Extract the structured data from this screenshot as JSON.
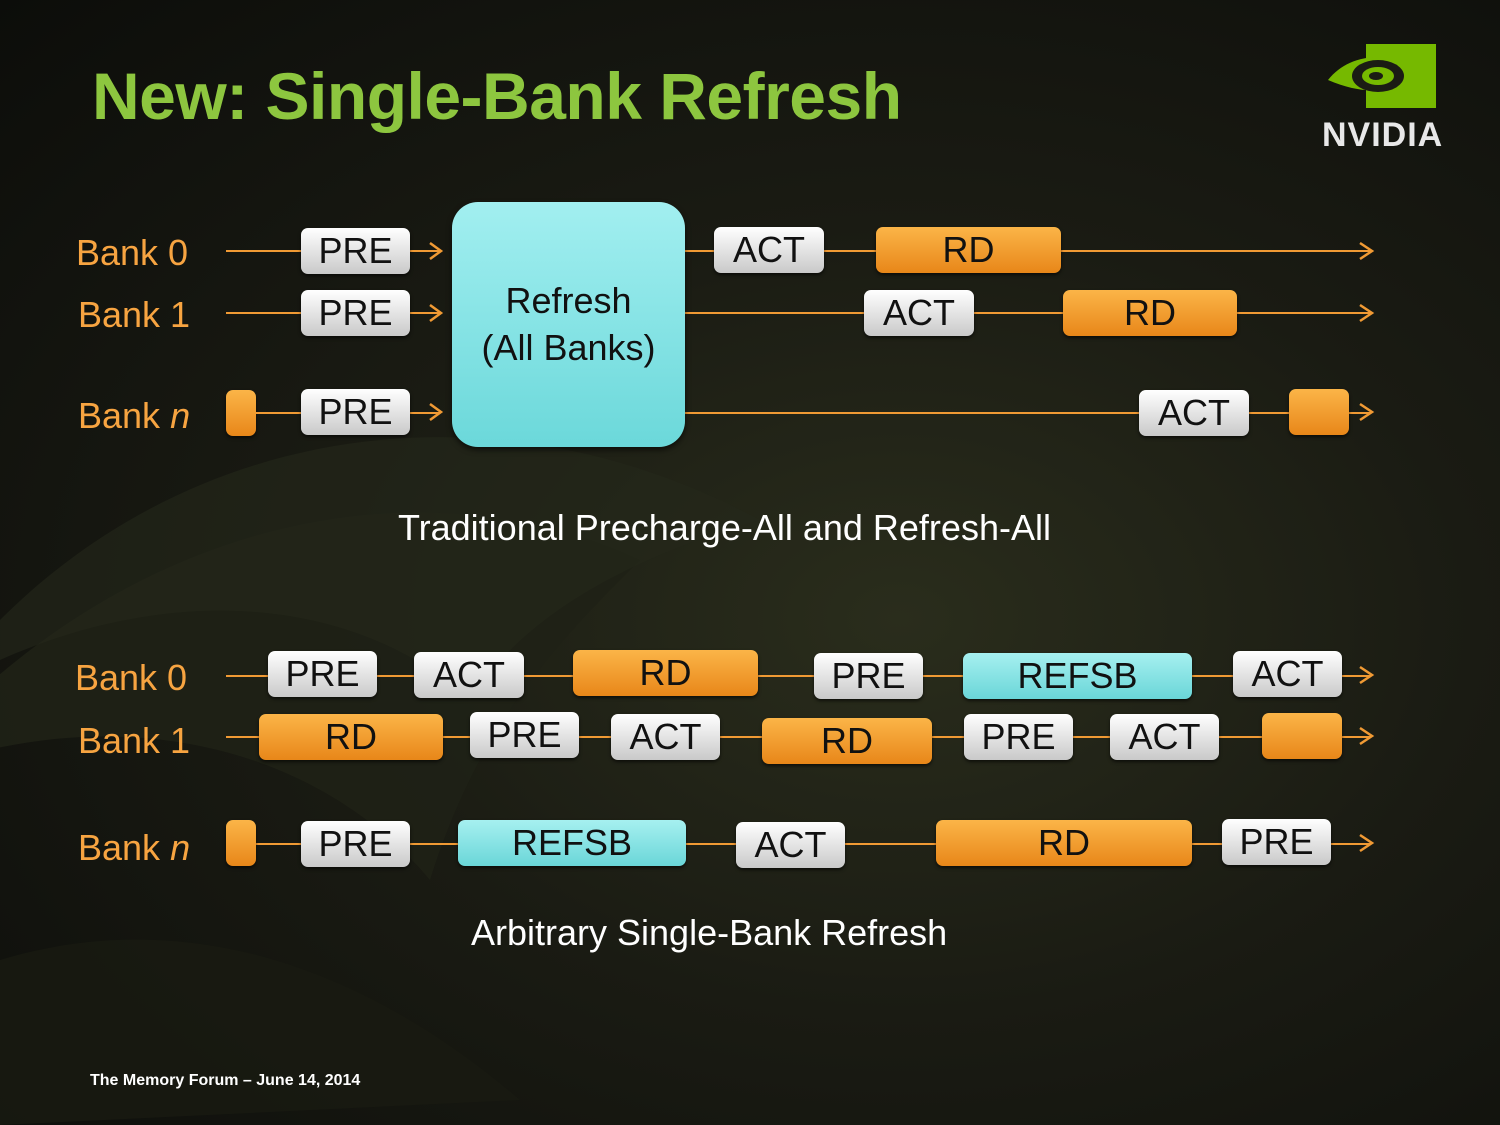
{
  "title": "New: Single-Bank Refresh",
  "logo_text": "NVIDIA",
  "colors": {
    "title": "#8dc63f",
    "bank_label": "#f7a441",
    "line": "#f09a34",
    "cmd_gray": "#e0e0e0",
    "cmd_orange": "#f3a030",
    "cmd_cyan": "#86e4e5"
  },
  "traditional": {
    "caption": "Traditional Precharge-All and Refresh-All",
    "refresh_line1": "Refresh",
    "refresh_line2": "(All Banks)",
    "banks": [
      {
        "label_main": "Bank 0",
        "label_italic": "",
        "commands": [
          "PRE",
          "ACT",
          "RD"
        ]
      },
      {
        "label_main": "Bank 1",
        "label_italic": "",
        "commands": [
          "PRE",
          "ACT",
          "RD"
        ]
      },
      {
        "label_main": "Bank ",
        "label_italic": "n",
        "commands": [
          "PRE",
          "ACT"
        ]
      }
    ]
  },
  "single_bank": {
    "caption": "Arbitrary Single-Bank Refresh",
    "banks": [
      {
        "label_main": "Bank 0",
        "label_italic": "",
        "commands": [
          "PRE",
          "ACT",
          "RD",
          "PRE",
          "REFSB",
          "ACT"
        ]
      },
      {
        "label_main": "Bank 1",
        "label_italic": "",
        "commands": [
          "RD",
          "PRE",
          "ACT",
          "RD",
          "PRE",
          "ACT"
        ]
      },
      {
        "label_main": "Bank ",
        "label_italic": "n",
        "commands": [
          "PRE",
          "REFSB",
          "ACT",
          "RD",
          "PRE"
        ]
      }
    ]
  },
  "footer": "The Memory Forum – June 14, 2014"
}
